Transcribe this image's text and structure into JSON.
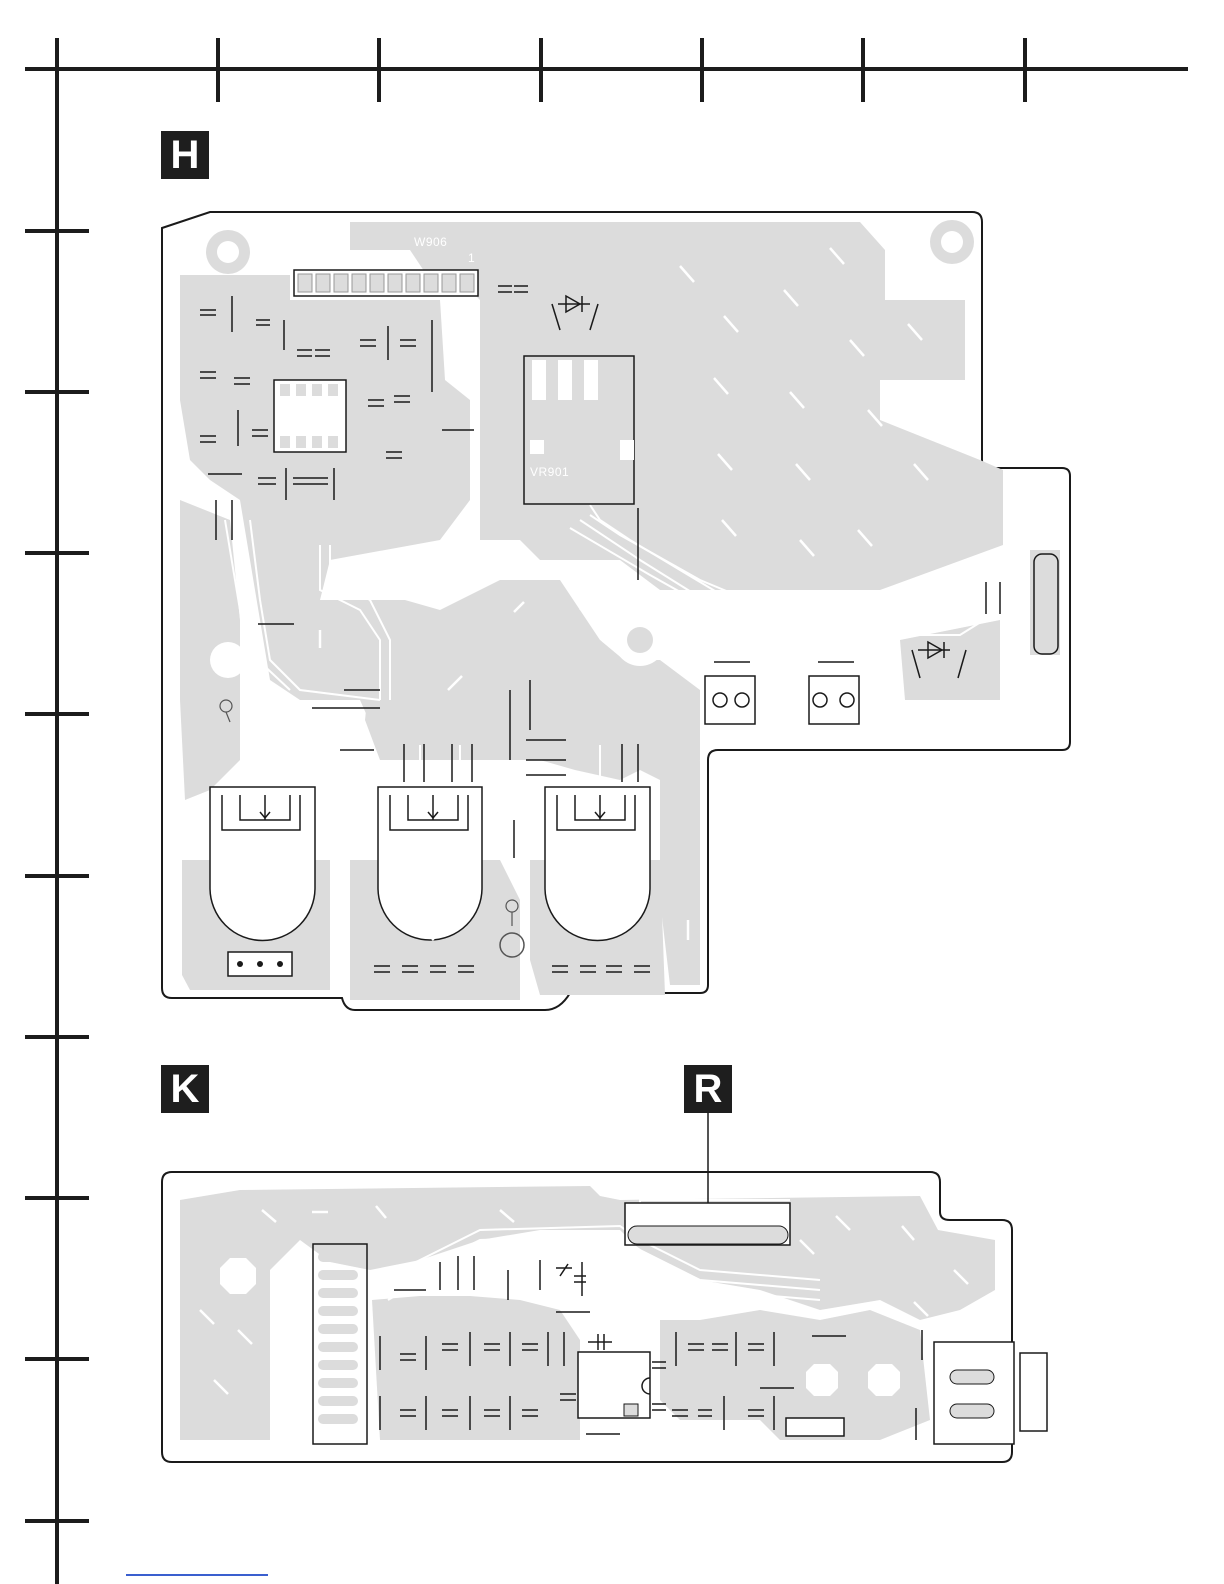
{
  "sections": [
    {
      "id": "H",
      "label": "H"
    },
    {
      "id": "K",
      "label": "K"
    },
    {
      "id": "R",
      "label": "R"
    }
  ],
  "silkscreen": {
    "connector_label": "W906",
    "pin_one_label": "1",
    "pot_label": "VR901"
  },
  "colors": {
    "board_fill": "#dcdcdc",
    "board_outline": "#1a1a1a",
    "trace": "#ffffff",
    "ink": "#1c1c1c",
    "link": "#3a5fcf"
  }
}
